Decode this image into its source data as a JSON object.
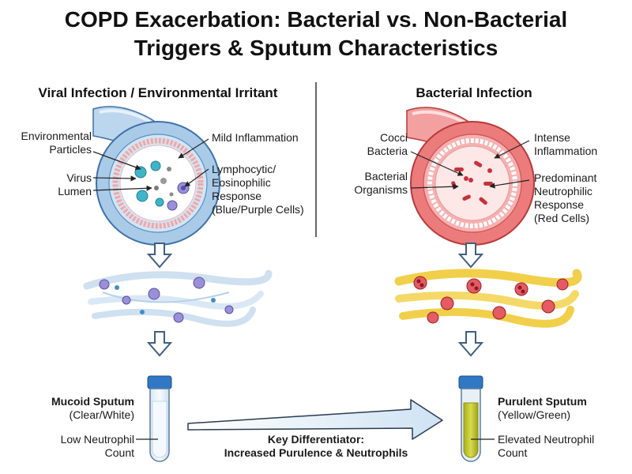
{
  "title": {
    "line1": "COPD Exacerbation: Bacterial vs. Non-Bacterial",
    "line2": "Triggers & Sputum Characteristics"
  },
  "left": {
    "heading": "Viral Infection / Environmental Irritant",
    "labels": {
      "environmental_1": "Environmental",
      "environmental_2": "Particles",
      "virus": "Virus",
      "lumen": "Lumen",
      "mild_inflammation": "Mild Inflammation",
      "response_1": "Lymphocytic/",
      "response_2": "Eosinophilic",
      "response_3": "Response",
      "response_4": "(Blue/Purple Cells)"
    },
    "sputum": {
      "name": "Mucoid Sputum",
      "color": "(Clear/White)",
      "count_1": "Low Neutrophil",
      "count_2": "Count"
    }
  },
  "right": {
    "heading": "Bacterial Infection",
    "labels": {
      "cocci_1": "Cocci",
      "cocci_2": "Bacteria",
      "organisms_1": "Bacterial",
      "organisms_2": "Organisms",
      "intense_1": "Intense",
      "intense_2": "Inflammation",
      "response_1": "Predominant",
      "response_2": "Neutrophilic",
      "response_3": "Response",
      "response_4": "(Red Cells)"
    },
    "sputum": {
      "name": "Purulent Sputum",
      "color": "(Yellow/Green)",
      "count_1": "Elevated Neutrophil",
      "count_2": "Count"
    }
  },
  "differentiator": {
    "line1": "Key Differentiator:",
    "line2": "Increased Purulence & Neutrophils"
  },
  "colors": {
    "viral_wall": "#8fb9de",
    "viral_dark": "#3f72a8",
    "bacterial_wall": "#e86a6a",
    "bacterial_dark": "#b83a3a",
    "mucus_yellow": "#f2cf4a",
    "neutrophil": "#c8323c",
    "purulent": "#c9cf2e"
  }
}
